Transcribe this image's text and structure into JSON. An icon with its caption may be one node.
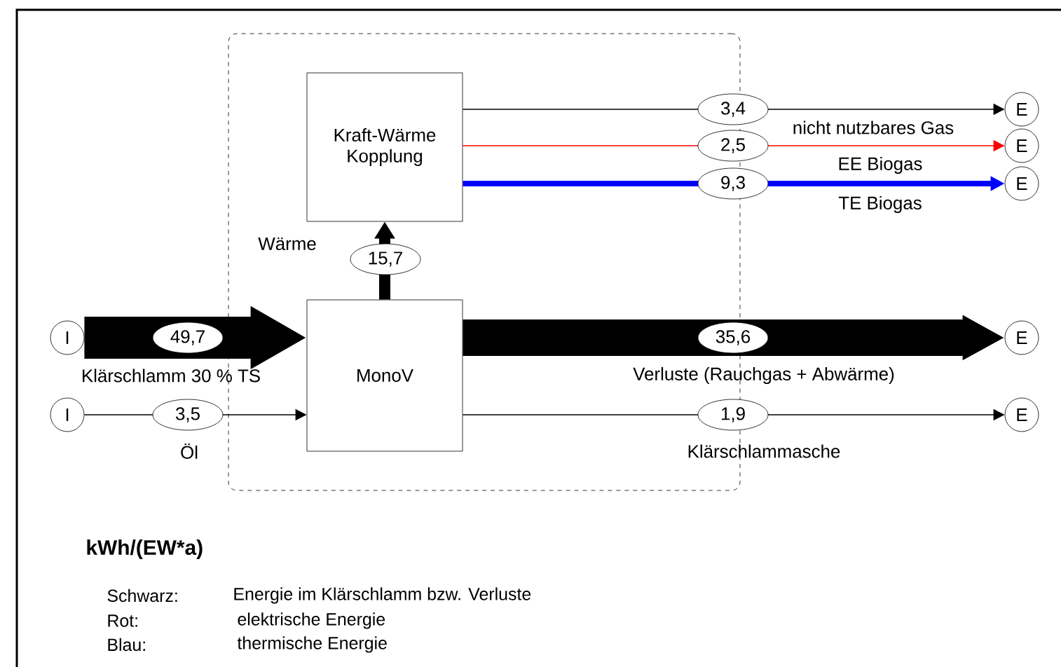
{
  "diagram": {
    "nodes": [
      {
        "text": [],
        "shape": "box"
      },
      {
        "text": [
          "Kraft-Wärme Kopplung"
        ],
        "in": 0
      },
      {
        "text": [
          "MonoV"
        ],
        "in": 0
      },
      {
        "text": [
          "I"
        ]
      },
      {
        "text": [
          "I"
        ]
      },
      {
        "text": [
          "E"
        ]
      },
      {
        "text": [
          "E"
        ]
      },
      {
        "text": [
          "E"
        ]
      },
      {
        "text": [
          "E"
        ]
      },
      {
        "text": [
          "E"
        ]
      }
    ],
    "edges": [
      {
        "from": 3,
        "to": 2,
        "arrow": "to",
        "label": "49,7",
        "style": "thick"
      },
      {
        "from": 4,
        "to": 2,
        "arrow": "to",
        "label": "3,5"
      },
      {
        "from": 2,
        "to": 1,
        "arrow": "to",
        "label": "15,7",
        "style": "thick"
      },
      {
        "from": 2,
        "to": 8,
        "arrow": "to",
        "label": "35,6",
        "style": "thick"
      },
      {
        "from": 2,
        "to": 9,
        "arrow": "to",
        "label": "1,9"
      },
      {
        "from": 1,
        "to": 5,
        "arrow": "to",
        "label": "3,4"
      },
      {
        "from": 1,
        "to": 6,
        "arrow": "to",
        "label": "2,5",
        "color": "#ff0000"
      },
      {
        "from": 1,
        "to": 7,
        "arrow": "to",
        "label": "9,3",
        "style": "thick",
        "color": "#0000ff"
      }
    ],
    "labels": [
      "Wärme",
      "nicht nutzbares Gas",
      "EE Biogas",
      "TE Biogas",
      "Klärschlamm 30 % TS",
      "Verluste (Rauchgas + Abwärme)",
      "Öl",
      "Klärschlammasche",
      "kWh/(EW*a)",
      "Schwarz:",
      "Energie im Klärschlamm bzw. Verluste",
      "Rot:",
      "elektrische Energie",
      "Blau:",
      "thermische Energie"
    ]
  }
}
